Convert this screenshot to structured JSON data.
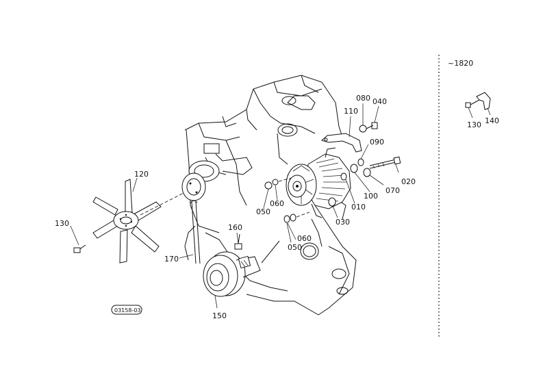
{
  "labels": {
    "p010": "010",
    "p020": "020",
    "p030": "030",
    "p040": "040",
    "p050a": "050",
    "p050b": "050",
    "p060a": "060",
    "p060b": "060",
    "p070": "070",
    "p080": "080",
    "p090": "090",
    "p100": "100",
    "p110": "110",
    "p120": "120",
    "p130a": "130",
    "p130b": "130",
    "p140": "140",
    "p150": "150",
    "p160": "160",
    "p170": "170",
    "ref": "~1820",
    "code": "03158-03"
  }
}
